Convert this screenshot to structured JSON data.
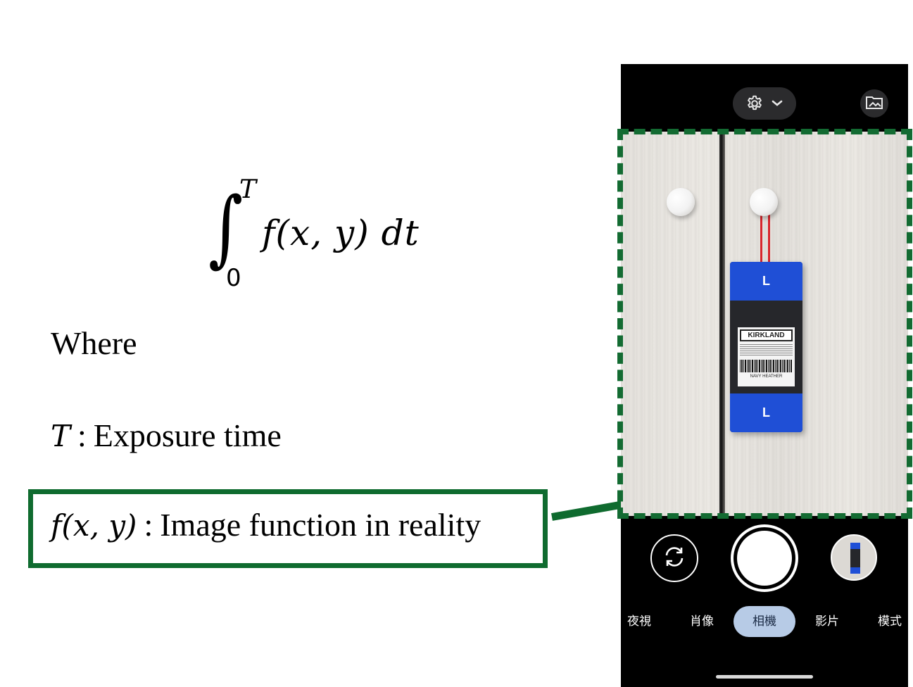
{
  "formula": {
    "upper_limit": "T",
    "lower_limit": "0",
    "integrand": "f(x, y) dt"
  },
  "definitions": {
    "where": "Where",
    "exposure": {
      "symbol": "T",
      "separator": ":",
      "text": "Exposure time"
    },
    "image_function": {
      "symbol": "f(x, y)",
      "separator": ":",
      "text": "Image function in reality"
    }
  },
  "camera": {
    "top_bar": {
      "settings_icon": "gear-icon",
      "dropdown_icon": "chevron-down-icon",
      "gallery_icon": "gallery-folder-icon"
    },
    "viewfinder": {
      "tag_letter_top": "L",
      "tag_letter_bottom": "L",
      "tag_brand": "KIRKLAND",
      "tag_color": "NAVY HEATHER"
    },
    "controls": {
      "switch_icon": "switch-camera-icon",
      "shutter_icon": "shutter-button",
      "thumbnail_icon": "last-photo-thumbnail"
    },
    "modes": [
      "夜視",
      "肖像",
      "相機",
      "影片",
      "模式"
    ],
    "active_mode": "相機"
  },
  "colors": {
    "highlight_green": "#0f6b2f",
    "tag_blue": "#1f4fd6",
    "active_mode_bg": "#b7cbe6",
    "phone_bg": "#000000"
  }
}
